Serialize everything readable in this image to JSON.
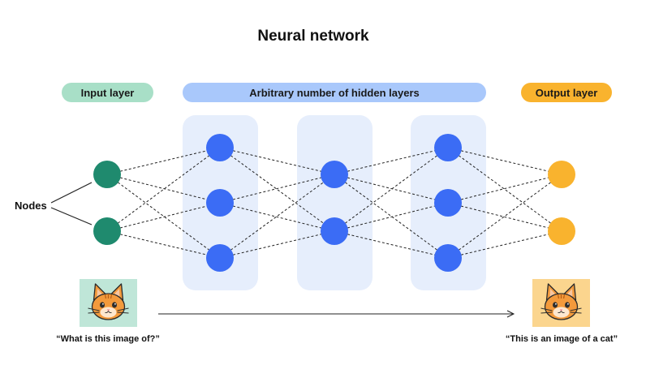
{
  "title": "Neural network",
  "labels": {
    "input_layer": "Input layer",
    "hidden_layers": "Arbitrary number of hidden layers",
    "output_layer": "Output layer",
    "nodes": "Nodes"
  },
  "captions": {
    "input": "“What is this image of?”",
    "output": "“This is an image of a cat”"
  },
  "network": {
    "layers": [
      {
        "kind": "input",
        "nodes": 2
      },
      {
        "kind": "hidden",
        "nodes": 3
      },
      {
        "kind": "hidden",
        "nodes": 2
      },
      {
        "kind": "hidden",
        "nodes": 3
      },
      {
        "kind": "output",
        "nodes": 2
      }
    ],
    "fully_connected": true
  },
  "colors": {
    "input_node": "#1f8a6e",
    "hidden_node": "#3b6cf5",
    "output_node": "#f9b32e",
    "input_pill": "#a8dfc7",
    "hidden_pill": "#a9c8fb",
    "output_pill": "#f9b32e",
    "hidden_panel": "#e6eefc",
    "input_image_bg": "#bfe6d8",
    "output_image_bg": "#fbd58e"
  },
  "icons": {
    "input_image": "cat-face-icon",
    "output_image": "cat-face-icon",
    "arrow": "right-arrow-icon"
  }
}
